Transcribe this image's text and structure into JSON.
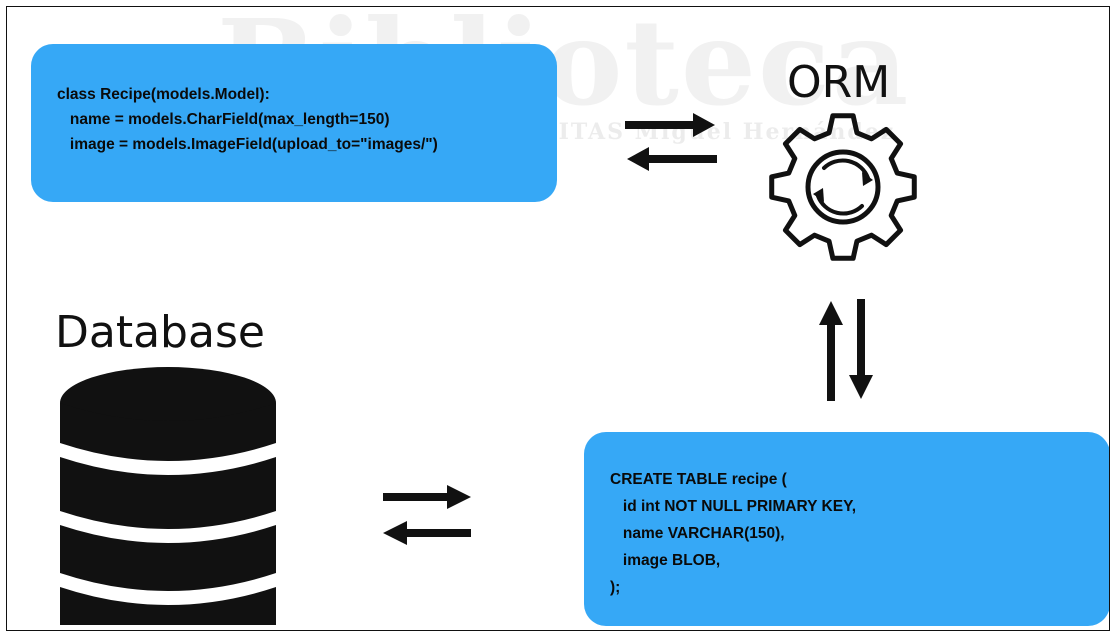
{
  "watermark": {
    "text": "Biblioteca",
    "subtext": "UNIVERSITAS Miguel Hernández"
  },
  "model_code": {
    "lines": [
      "class Recipe(models.Model):",
      "   name = models.CharField(max_length=150)",
      "   image = models.ImageField(upload_to=\"images/\")"
    ]
  },
  "orm": {
    "title": "ORM",
    "icon": "gear-sync-icon"
  },
  "database": {
    "title": "Database",
    "icon": "database-cylinder-icon"
  },
  "sql_code": {
    "lines": [
      "CREATE TABLE recipe (",
      "   id int NOT NULL PRIMARY KEY,",
      "   name VARCHAR(150),",
      "   image BLOB,",
      ");"
    ]
  },
  "colors": {
    "box_fill": "#36a8f6",
    "ink": "#111111"
  }
}
